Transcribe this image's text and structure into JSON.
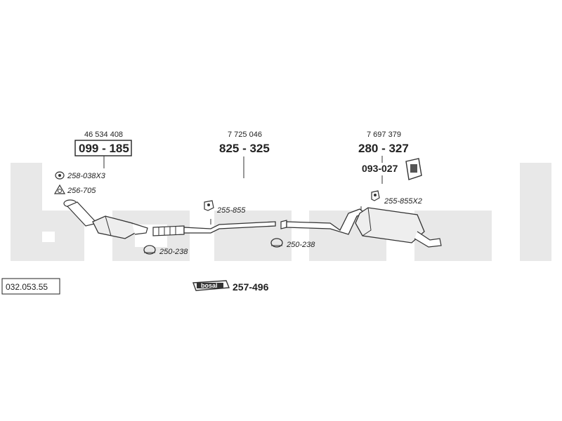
{
  "watermark": {
    "text": "bosal",
    "color": "#e6e6e6"
  },
  "diagram_code": "032.053.55",
  "groups": {
    "catalyst": {
      "ref": "46 534 408",
      "part": "099 - 185"
    },
    "middle": {
      "ref": "7 725 046",
      "part": "825 - 325"
    },
    "rear": {
      "ref": "7 697 379",
      "part": "280 - 327",
      "extra": "093-027"
    }
  },
  "small_parts": {
    "gasket": "258-038X3",
    "flange": "256-705",
    "hanger_mid": "255-855",
    "hanger_rear": "255-855X2",
    "clamp_left": "250-238",
    "clamp_right": "250-238"
  },
  "kit": {
    "brand": "bosal",
    "part": "257-496"
  },
  "colors": {
    "line": "#333333",
    "text": "#222222"
  }
}
